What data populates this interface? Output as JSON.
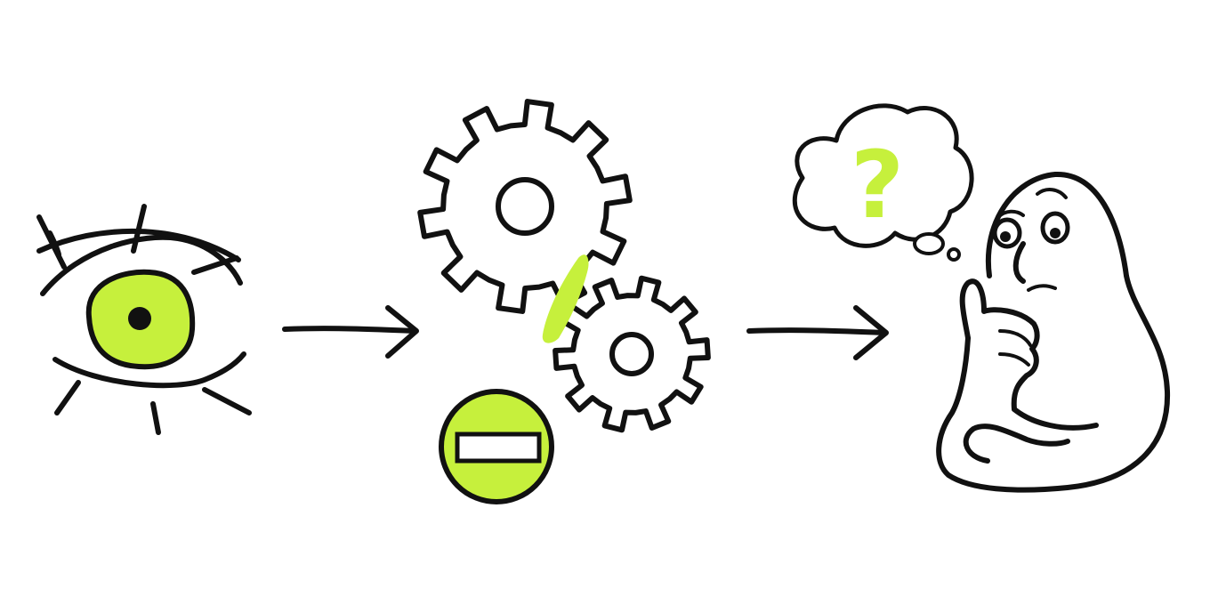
{
  "diagram": {
    "steps": [
      {
        "id": "observe",
        "icon": "eye-icon"
      },
      {
        "id": "process",
        "icon": "gears-icon"
      },
      {
        "id": "think",
        "icon": "thinking-person-icon"
      }
    ],
    "connectors": [
      {
        "from": "observe",
        "to": "process"
      },
      {
        "from": "process",
        "to": "think"
      }
    ],
    "thought_symbol": "?",
    "colors": {
      "accent": "#c6f03c",
      "ink": "#111111",
      "paper": "#ffffff"
    }
  }
}
